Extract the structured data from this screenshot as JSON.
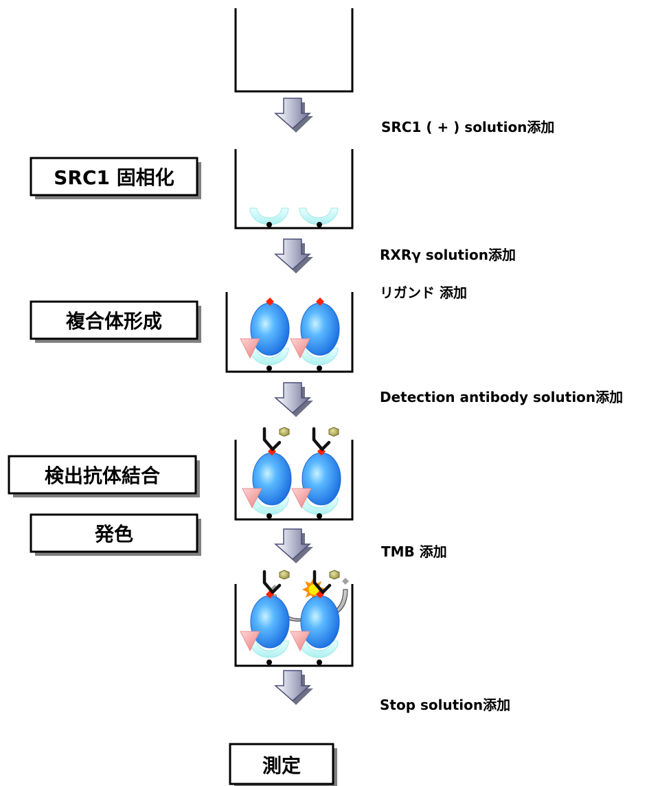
{
  "steps": [
    {
      "id": "immobilize",
      "label": "SRC1 固相化"
    },
    {
      "id": "complex",
      "label": "複合体形成"
    },
    {
      "id": "detect",
      "label": "検出抗体結合"
    },
    {
      "id": "color",
      "label": "発色"
    },
    {
      "id": "measure",
      "label": "測定"
    }
  ],
  "additions": [
    {
      "id": "add-src1",
      "text": "SRC1 ( + ) solution添加"
    },
    {
      "id": "add-rxr",
      "text": "RXRγ solution添加"
    },
    {
      "id": "add-ligand",
      "text": "リガンド  添加"
    },
    {
      "id": "add-detection",
      "text": "Detection antibody solution添加"
    },
    {
      "id": "add-tmb",
      "text": "TMB  添加"
    },
    {
      "id": "add-stop",
      "text": "Stop solution添加"
    }
  ],
  "colors": {
    "coactivator": "#bff5f5",
    "receptor": "#2f8ef0",
    "ligand": "#ff2200",
    "triangle": "#f19a9a",
    "label_hex": "#a8a35a",
    "arrow": "#8c8ea8"
  }
}
